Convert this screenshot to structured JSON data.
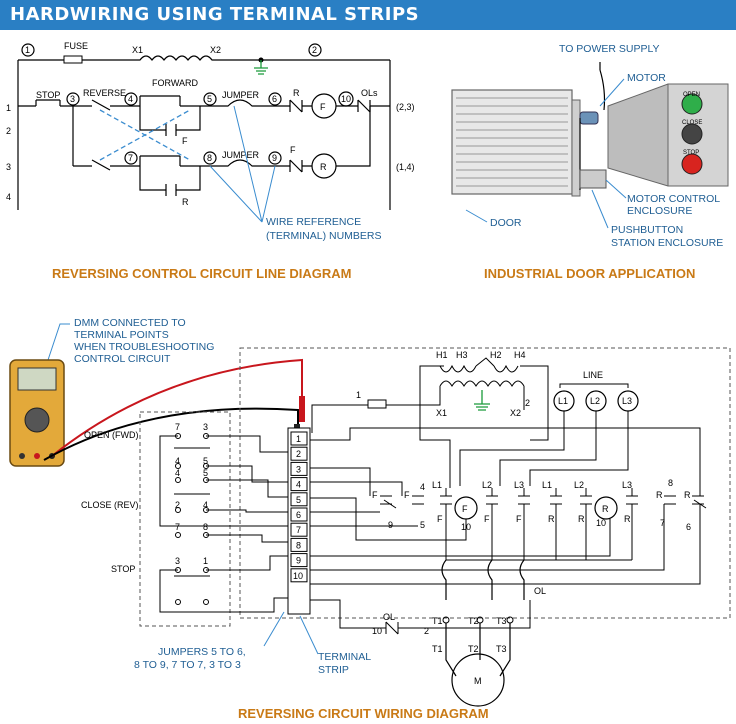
{
  "header": {
    "title": "HARDWIRING USING TERMINAL STRIPS"
  },
  "captions": {
    "line_diagram": "REVERSING CONTROL CIRCUIT LINE DIAGRAM",
    "door_application": "INDUSTRIAL DOOR APPLICATION",
    "wiring_diagram": "REVERSING CIRCUIT WIRING DIAGRAM"
  },
  "line_diagram": {
    "fuse": "FUSE",
    "x1": "X1",
    "x2": "X2",
    "node_1": "1",
    "node_2": "2",
    "stop": "STOP",
    "reverse": "REVERSE",
    "forward": "FORWARD",
    "jumper_top": "JUMPER",
    "jumper_bottom": "JUMPER",
    "ols": "OLs",
    "r_top": "R",
    "f_bottom": "F",
    "coil_f": "F",
    "coil_r": "R",
    "aux_f": "F",
    "aux_r": "R",
    "wire_3": "3",
    "wire_4": "4",
    "wire_5": "5",
    "wire_6": "6",
    "wire_7": "7",
    "wire_8": "8",
    "wire_9": "9",
    "wire_10": "10",
    "ref_top": "(2,3)",
    "ref_bottom": "(1,4)",
    "rungs": [
      "1",
      "2",
      "3",
      "4"
    ],
    "callout_line1": "WIRE REFERENCE",
    "callout_line2": "(TERMINAL) NUMBERS"
  },
  "door": {
    "to_power_supply": "TO POWER SUPPLY",
    "motor": "MOTOR",
    "door": "DOOR",
    "motor_control_line1": "MOTOR CONTROL",
    "motor_control_line2": "ENCLOSURE",
    "pushbutton_line1": "PUSHBUTTON",
    "pushbutton_line2": "STATION ENCLOSURE",
    "btn_open": "OPEN",
    "btn_close": "CLOSE",
    "btn_stop": "STOP"
  },
  "wiring": {
    "dmm_line1": "DMM CONNECTED TO",
    "dmm_line2": "TERMINAL POINTS",
    "dmm_line3": "WHEN TROUBLESHOOTING",
    "dmm_line4": "CONTROL CIRCUIT",
    "open_fwd": "OPEN (FWD)",
    "close_rev": "CLOSE (REV)",
    "stop": "STOP",
    "jumpers_line1": "JUMPERS 5 TO 6,",
    "jumpers_line2": "8 TO 9, 7 TO 7, 3 TO 3",
    "terminal_strip_line1": "TERMINAL",
    "terminal_strip_line2": "STRIP",
    "terminals": [
      "1",
      "2",
      "3",
      "4",
      "5",
      "6",
      "7",
      "8",
      "9",
      "10"
    ],
    "line": "LINE",
    "l1": "L1",
    "l2": "L2",
    "l3": "L3",
    "h1": "H1",
    "h2": "H2",
    "h3": "H3",
    "h4": "H4",
    "x1": "X1",
    "x2": "X2",
    "ol": "OL",
    "t1": "T1",
    "t2": "T2",
    "t3": "T3",
    "motor": "M",
    "coil_f": "F",
    "coil_r": "R",
    "pb_open": [
      "7",
      "3",
      "4",
      "5"
    ],
    "pb_close": [
      "4",
      "5",
      "2",
      "4"
    ],
    "pb_stop": [
      "7",
      "8",
      "3",
      "1"
    ],
    "misc": {
      "one": "1",
      "two": "2",
      "ten": "10",
      "four": "4",
      "five": "5",
      "nine": "9",
      "seven": "7",
      "eight": "8",
      "six": "6",
      "ten_b": "10",
      "ten_c": "10"
    },
    "contact_labels": {
      "f": "F",
      "r": "R"
    }
  },
  "colors": {
    "banner": "#2a7fc4",
    "caption": "#c97a16",
    "callout": "#1f5e93",
    "ground": "#1a9b3a",
    "dmm_body": "#e3a93a",
    "stop_button": "#d8241f",
    "open_button": "#2fae4a",
    "probe_red": "#c8161d"
  }
}
